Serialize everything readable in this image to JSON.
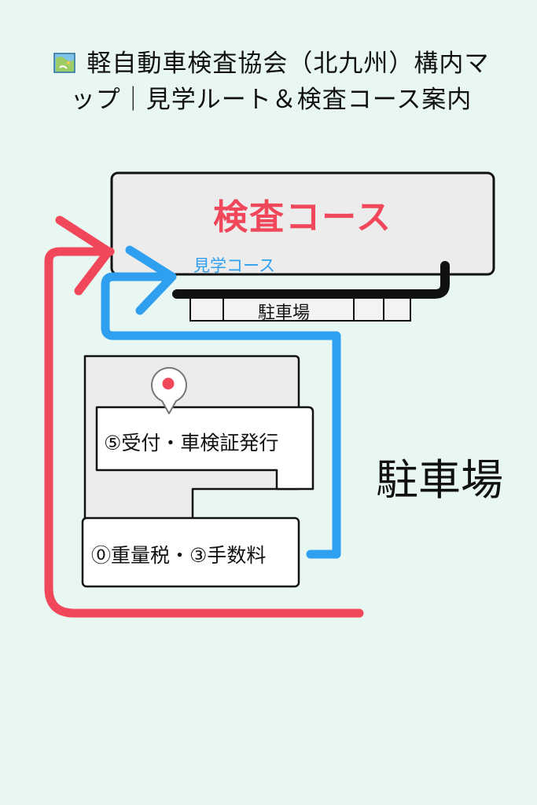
{
  "page_title": {
    "line1": "軽自動車検査協会（北九州）構内マ",
    "line2": "ップ｜見学ルート＆検査コース案内",
    "icon": "map-icon"
  },
  "inspection_course": {
    "label": "検査コース"
  },
  "tour_course": {
    "label": "見学コース"
  },
  "small_parking": {
    "label": "駐車場"
  },
  "big_parking": {
    "label": "駐車場"
  },
  "reception_box": {
    "label": "⑤受付・車検証発行"
  },
  "fees_box": {
    "label": "⓪重量税・③手数料"
  },
  "colors": {
    "background": "#e8f7f2",
    "red_route": "#f0475b",
    "blue_route": "#2f9ff0",
    "building_fill": "#ececec",
    "box_fill": "#ffffff",
    "outline": "#111111"
  }
}
